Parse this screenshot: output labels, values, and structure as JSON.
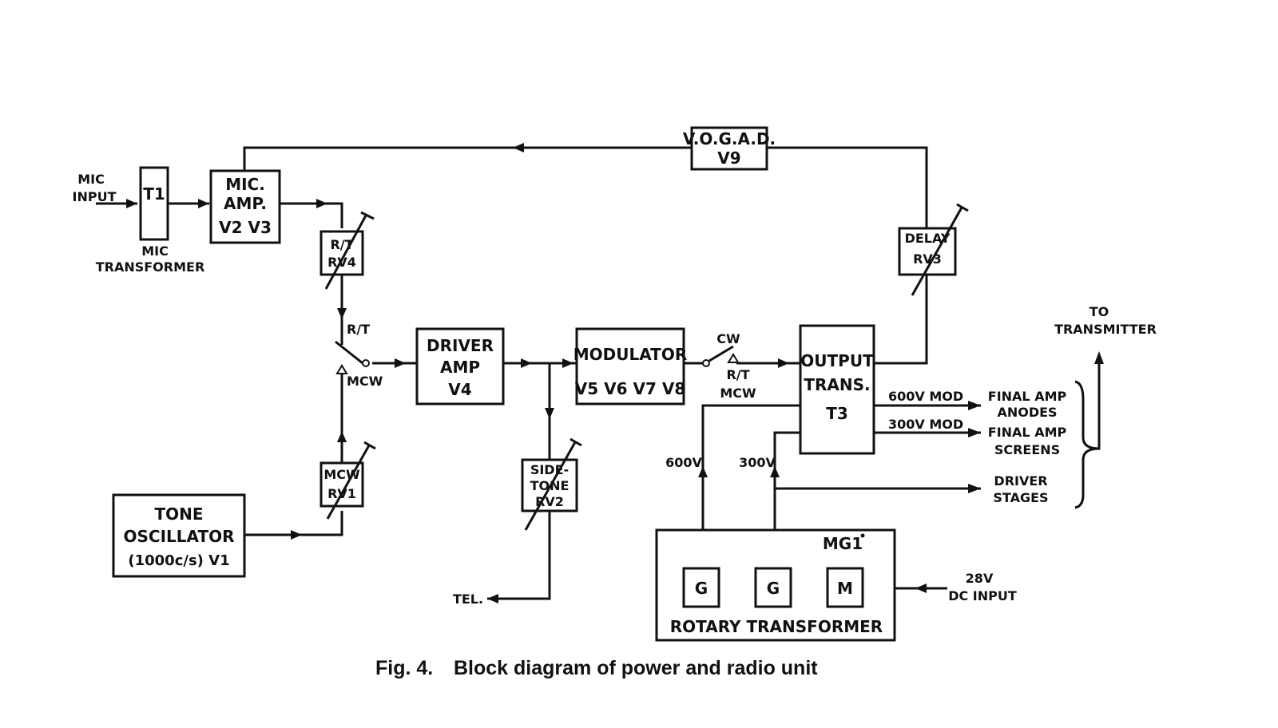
{
  "caption": {
    "fig": "Fig. 4.",
    "title": "Block diagram of power and radio unit"
  },
  "blocks": {
    "t1": "T1",
    "mic_amp": [
      "MIC.",
      "AMP.",
      "V2  V3"
    ],
    "vogad": [
      "V.O.G.A.D.",
      "V9"
    ],
    "rv4": [
      "R/T",
      "RV4"
    ],
    "delay": [
      "DELAY",
      "RV3"
    ],
    "driver_amp": [
      "DRIVER",
      "AMP",
      "V4"
    ],
    "modulator": [
      "MODULATOR",
      "V5  V6  V7  V8"
    ],
    "output_trans": [
      "OUTPUT",
      "TRANS.",
      "T3"
    ],
    "rv1": [
      "MCW",
      "RV1"
    ],
    "rv2": [
      "SIDE-",
      "TONE",
      "RV2"
    ],
    "tone_osc": [
      "TONE",
      "OSCILLATOR",
      "(1000c/s) V1"
    ],
    "mg1": "MG1",
    "gen1": "G",
    "gen2": "G",
    "motor": "M",
    "rotary": "ROTARY  TRANSFORMER"
  },
  "labels": {
    "mic_input": [
      "MIC",
      "INPUT"
    ],
    "mic_transformer": [
      "MIC",
      "TRANSFORMER"
    ],
    "switch1_rt": "R/T",
    "switch1_mcw": "MCW",
    "switch2_cw": "CW",
    "switch2_rt": "R/T",
    "switch2_mcw": "MCW",
    "v600_mod": "600V  MOD",
    "v300_mod": "300V  MOD",
    "v600": "600V",
    "v300": "300V",
    "final_amp_anodes": [
      "FINAL  AMP",
      "ANODES"
    ],
    "final_amp_screens": [
      "FINAL  AMP",
      "SCREENS"
    ],
    "driver_stages": [
      "DRIVER",
      "STAGES"
    ],
    "to_transmitter": [
      "TO",
      "TRANSMITTER"
    ],
    "tel": "TEL.",
    "dc_input": [
      "28V",
      "DC  INPUT"
    ]
  }
}
